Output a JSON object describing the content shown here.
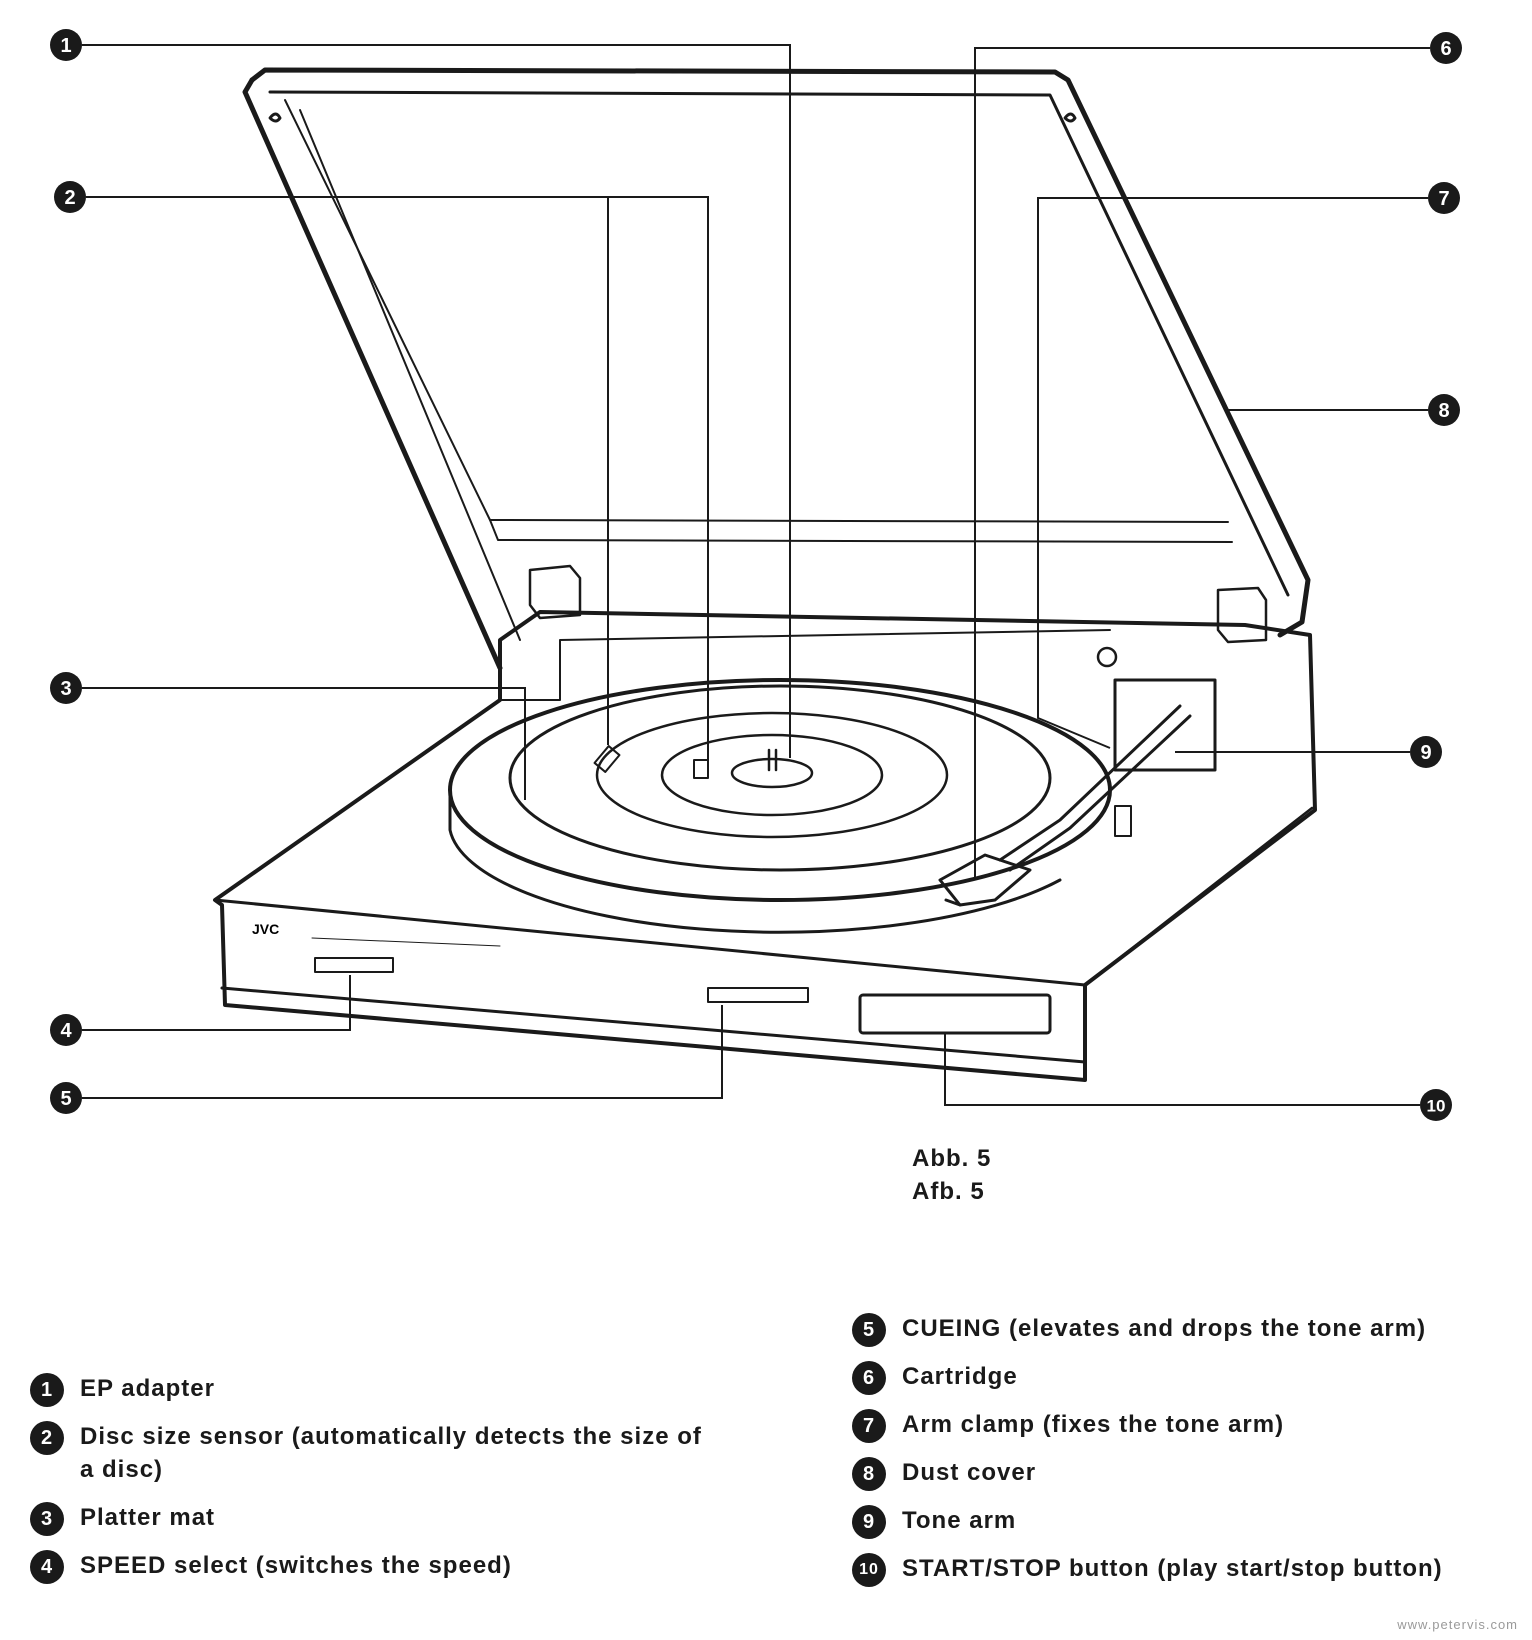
{
  "callouts": [
    "1",
    "2",
    "3",
    "4",
    "5",
    "6",
    "7",
    "8",
    "9",
    "10"
  ],
  "brand": "JVC",
  "caption": {
    "line1": "Abb. 5",
    "line2": "Afb. 5"
  },
  "legend_left": [
    {
      "num": "1",
      "text": "EP adapter"
    },
    {
      "num": "2",
      "text": "Disc size sensor (automatically detects the size of a disc)"
    },
    {
      "num": "3",
      "text": "Platter mat"
    },
    {
      "num": "4",
      "text": "SPEED select (switches the speed)"
    }
  ],
  "legend_right": [
    {
      "num": "5",
      "text": "CUEING (elevates and drops the tone arm)"
    },
    {
      "num": "6",
      "text": "Cartridge"
    },
    {
      "num": "7",
      "text": "Arm clamp (fixes the tone arm)"
    },
    {
      "num": "8",
      "text": "Dust cover"
    },
    {
      "num": "9",
      "text": "Tone arm"
    },
    {
      "num": "10",
      "text": "START/STOP button (play start/stop button)"
    }
  ],
  "watermark": "www.petervis.com"
}
